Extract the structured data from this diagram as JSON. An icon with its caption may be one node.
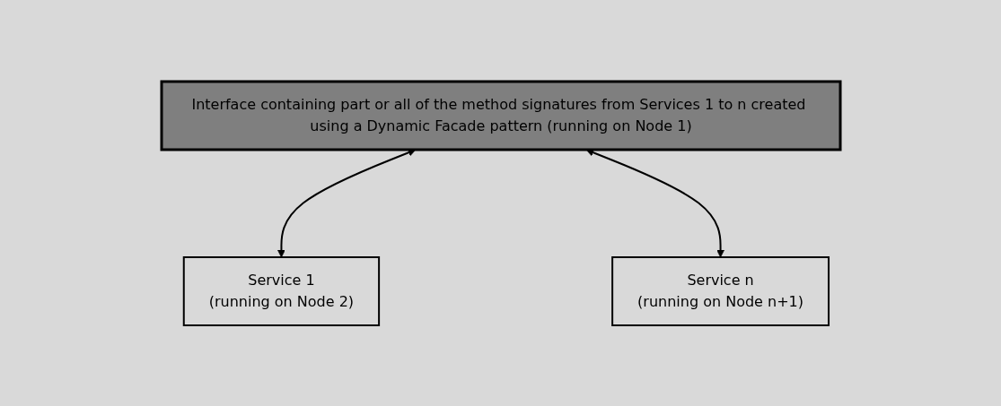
{
  "diagram": {
    "nodes": [
      {
        "text": [
          "Interface containing part or all of the method signatures from Services 1 to n created using a Dynamic Facade pattern (running on Node 1)"
        ]
      },
      {
        "text": [
          "Service 1",
          "(running on Node 2)"
        ]
      },
      {
        "text": [
          "Service n",
          "(running on Node n+1)"
        ]
      }
    ],
    "edges": [
      {
        "from": 0,
        "to": 1,
        "arrow": "both"
      },
      {
        "from": 0,
        "to": 2,
        "arrow": "both"
      }
    ]
  }
}
